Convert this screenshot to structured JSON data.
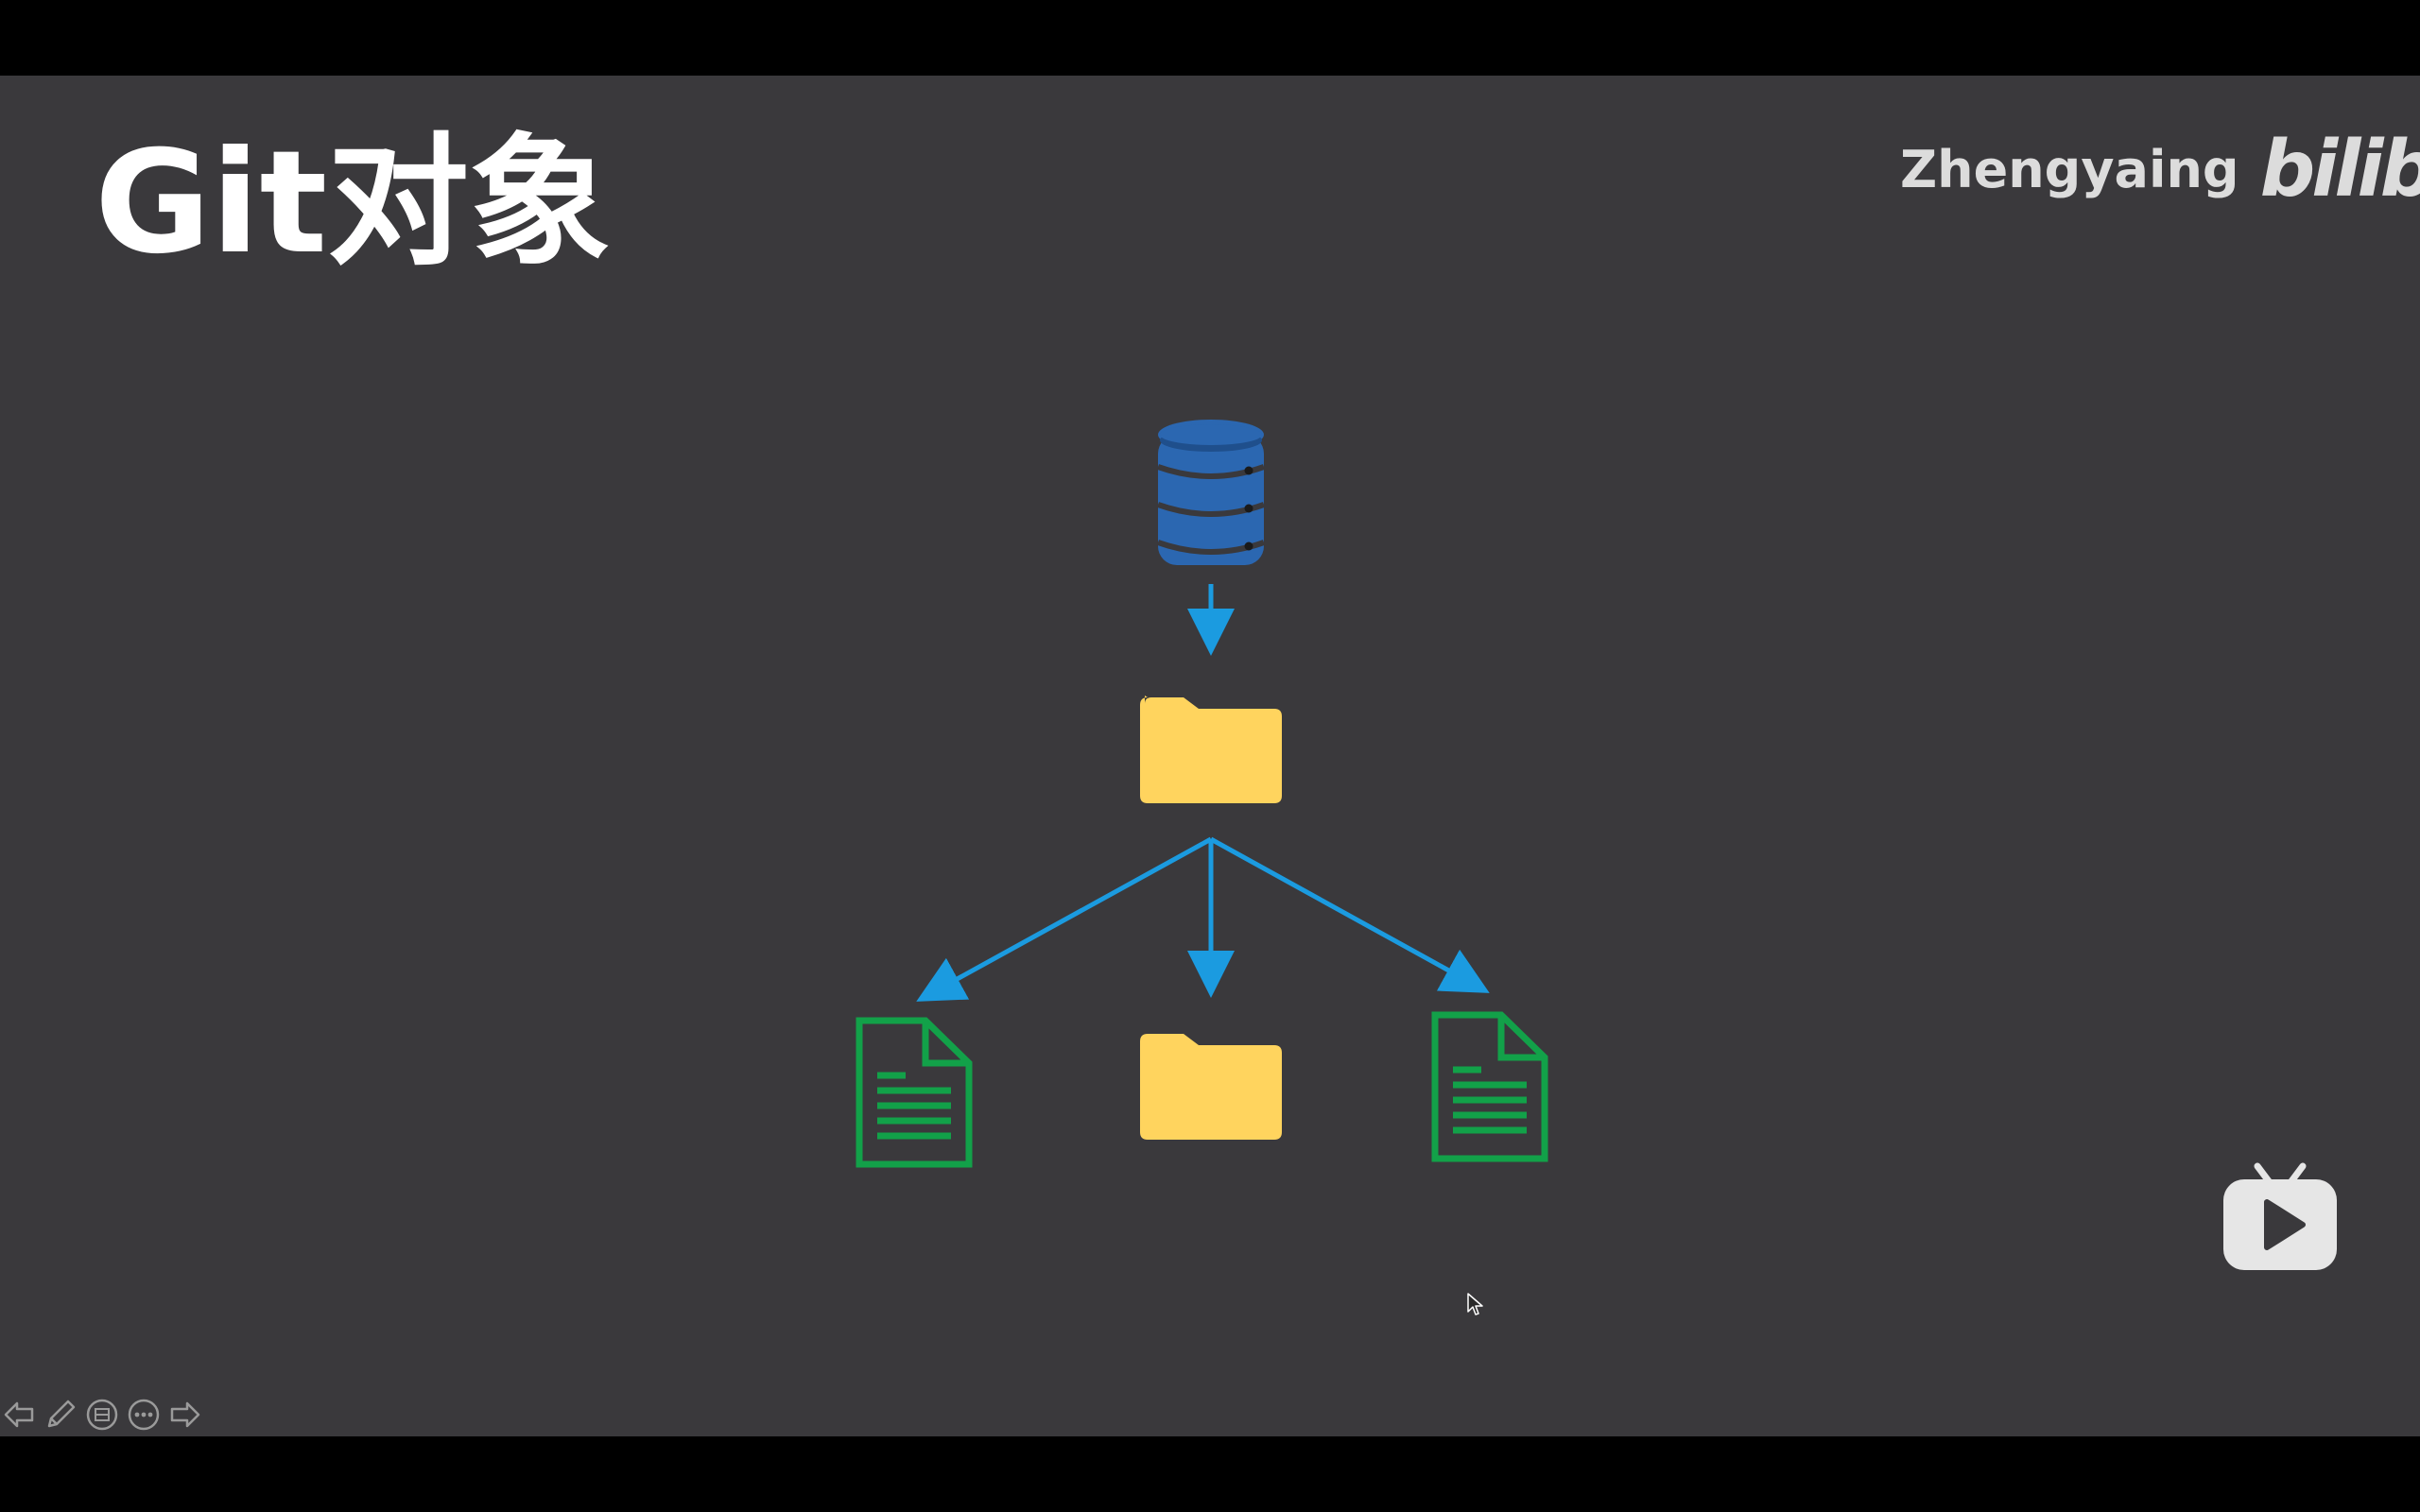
{
  "slide": {
    "title": "Git对象",
    "watermark": {
      "author": "Zhengyaing",
      "logo_text": "bilibili"
    }
  },
  "diagram": {
    "nodes": [
      {
        "id": "repository",
        "icon": "database-icon",
        "color": "#2b67b1"
      },
      {
        "id": "root-tree",
        "icon": "folder-icon",
        "color": "#ffd45e"
      },
      {
        "id": "blob-left",
        "icon": "document-icon",
        "color": "#12a149"
      },
      {
        "id": "subtree",
        "icon": "folder-icon",
        "color": "#ffd45e"
      },
      {
        "id": "blob-right",
        "icon": "document-icon",
        "color": "#12a149"
      }
    ],
    "edges": [
      {
        "from": "repository",
        "to": "root-tree"
      },
      {
        "from": "root-tree",
        "to": "blob-left"
      },
      {
        "from": "root-tree",
        "to": "subtree"
      },
      {
        "from": "root-tree",
        "to": "blob-right"
      }
    ],
    "arrow_color": "#1b9be0"
  },
  "toolbar": {
    "items": [
      {
        "name": "previous-slide-button",
        "icon": "arrow-left-icon"
      },
      {
        "name": "pen-tool-button",
        "icon": "pen-icon"
      },
      {
        "name": "slide-overview-button",
        "icon": "slides-icon"
      },
      {
        "name": "more-options-button",
        "icon": "ellipsis-icon"
      },
      {
        "name": "next-slide-button",
        "icon": "arrow-right-icon"
      }
    ]
  },
  "colors": {
    "slide_background": "#3a393c",
    "frame": "#000000",
    "title": "#ffffff",
    "watermark": "#dcdcdc"
  }
}
